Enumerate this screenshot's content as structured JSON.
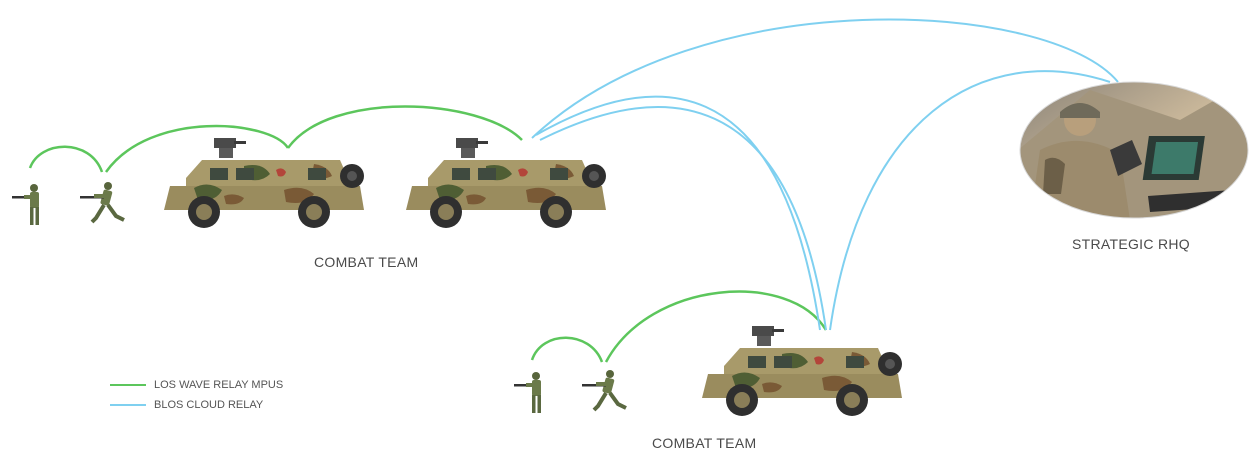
{
  "labels": {
    "combat_team_top": "COMBAT TEAM",
    "combat_team_bottom": "COMBAT TEAM",
    "strategic_rhq": "STRATEGIC RHQ"
  },
  "legend": [
    {
      "label": "LOS WAVE RELAY MPUS",
      "color": "#5cc65c"
    },
    {
      "label": "BLOS CLOUD RELAY",
      "color": "#7fd0f0"
    }
  ],
  "colors": {
    "los_link": "#5cc65c",
    "blos_link": "#7fd0f0",
    "soldier": "#6b7a4a",
    "vehicle_base": "#a89a6a",
    "camo_green": "#4f5e34",
    "camo_brown": "#7a5a36",
    "tyre": "#2f2f2f"
  },
  "icons": {
    "soldier": "soldier-icon",
    "vehicle": "armoured-vehicle-icon",
    "hq": "hq-operator-photo"
  }
}
